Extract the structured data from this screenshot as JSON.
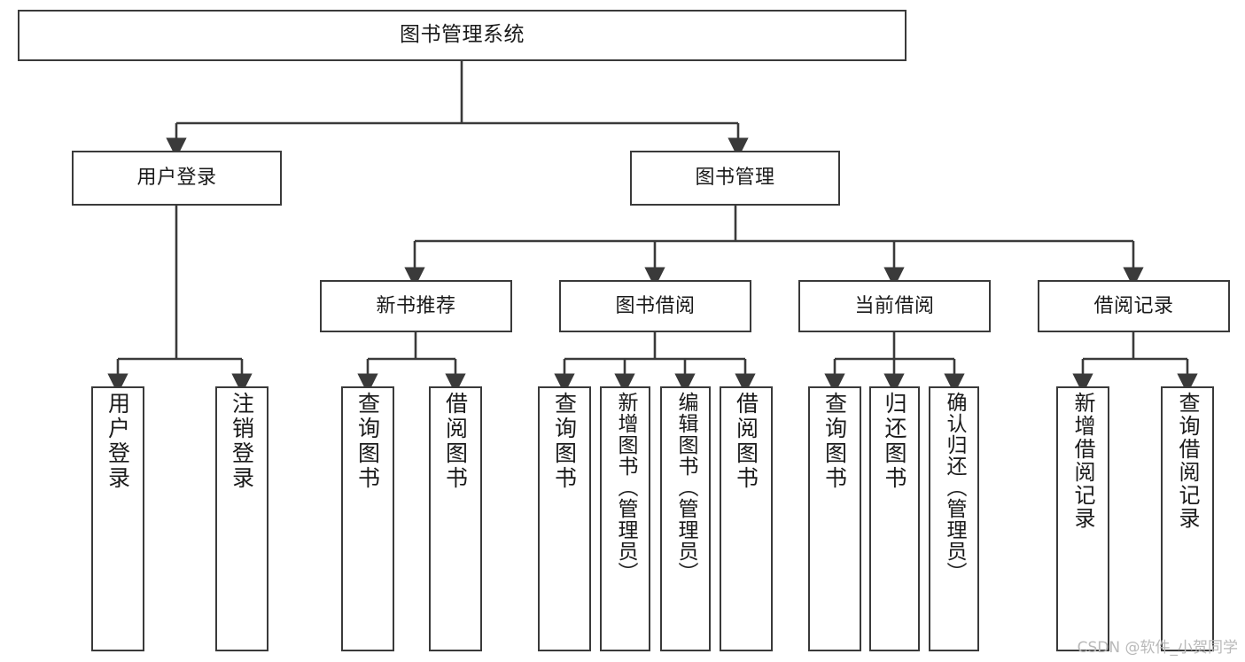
{
  "diagram": {
    "title": "图书管理系统",
    "type": "tree-hierarchy-diagram",
    "colors": {
      "box_border": "#3a3a3a",
      "box_fill": "#ffffff",
      "edge": "#3a3a3a",
      "text": "#1a1a1a",
      "watermark": "#b9b9b9",
      "background": "#ffffff"
    },
    "root": {
      "label": "图书管理系统"
    },
    "level2": [
      {
        "id": "user-login",
        "label": "用户登录"
      },
      {
        "id": "book-management",
        "label": "图书管理"
      }
    ],
    "level3": [
      {
        "id": "new-book-recommend",
        "label": "新书推荐"
      },
      {
        "id": "book-borrow",
        "label": "图书借阅"
      },
      {
        "id": "current-borrow",
        "label": "当前借阅"
      },
      {
        "id": "borrow-record",
        "label": "借阅记录"
      }
    ],
    "leaves": [
      {
        "id": "leaf-user-login",
        "label": "用户登录",
        "parent": "user-login"
      },
      {
        "id": "leaf-logout-login",
        "label": "注销登录",
        "parent": "user-login"
      },
      {
        "id": "leaf-query-book-1",
        "label": "查询图书",
        "parent": "new-book-recommend"
      },
      {
        "id": "leaf-borrow-book-1",
        "label": "借阅图书",
        "parent": "new-book-recommend"
      },
      {
        "id": "leaf-query-book-2",
        "label": "查询图书",
        "parent": "book-borrow"
      },
      {
        "id": "leaf-add-book",
        "label": "新增图书（管理员）",
        "parent": "book-borrow"
      },
      {
        "id": "leaf-edit-book",
        "label": "编辑图书（管理员）",
        "parent": "book-borrow"
      },
      {
        "id": "leaf-borrow-book-2",
        "label": "借阅图书",
        "parent": "book-borrow"
      },
      {
        "id": "leaf-query-book-3",
        "label": "查询图书",
        "parent": "current-borrow"
      },
      {
        "id": "leaf-return-book",
        "label": "归还图书",
        "parent": "current-borrow"
      },
      {
        "id": "leaf-confirm-return",
        "label": "确认归还（管理员）",
        "parent": "current-borrow"
      },
      {
        "id": "leaf-add-record",
        "label": "新增借阅记录",
        "parent": "borrow-record"
      },
      {
        "id": "leaf-query-record",
        "label": "查询借阅记录",
        "parent": "borrow-record"
      }
    ],
    "watermark": "CSDN @软件_小贺同学"
  }
}
